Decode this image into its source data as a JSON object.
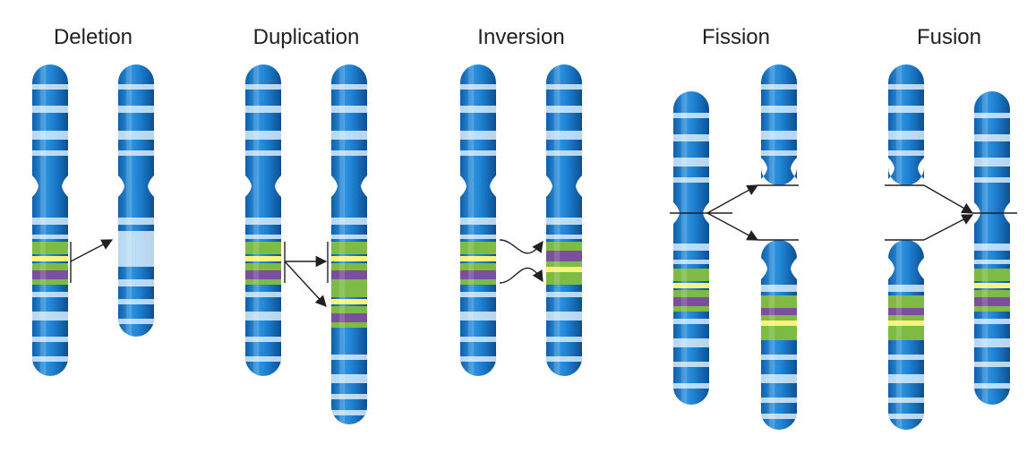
{
  "panels": [
    {
      "label": "Deletion"
    },
    {
      "label": "Duplication"
    },
    {
      "label": "Inversion"
    },
    {
      "label": "Fission"
    },
    {
      "label": "Fusion"
    }
  ],
  "colors": {
    "chromosome_blue": "#1e7fd0",
    "chromosome_dark": "#0f5fa8",
    "band_light": "#d7ecfb",
    "band_green": "#7dbb45",
    "band_purple": "#7a4f9e",
    "band_yellow": "#fff27a",
    "line": "#231f20"
  }
}
